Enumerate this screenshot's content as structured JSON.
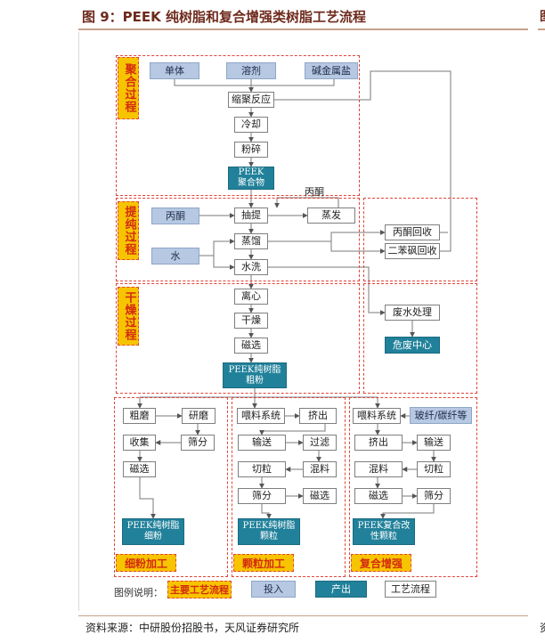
{
  "figure": {
    "title": "图 9：PEEK 纯树脂和复合增强类树脂工艺流程",
    "source": "资料来源：中研股份招股书，天风证券研究所",
    "right_fragment_top": "图",
    "right_fragment_bottom": "资"
  },
  "stages": {
    "polymerization": "聚合过程",
    "purification": "提纯过程",
    "drying": "干燥过程",
    "fine_powder": "细粉加工",
    "granule": "颗粒加工",
    "composite": "复合增强"
  },
  "polymerization": {
    "monomer": "单体",
    "solvent": "溶剂",
    "alkali_salt": "碱金属盐",
    "polycondensation": "缩聚反应",
    "cooling": "冷却",
    "crushing": "粉碎",
    "peek_polymer_line1": "PEEK",
    "peek_polymer_line2": "聚合物"
  },
  "purification": {
    "acetone_in": "丙酮",
    "water_in": "水",
    "extraction": "抽提",
    "evaporation": "蒸发",
    "acetone_label": "丙酮",
    "distillation": "蒸馏",
    "washing": "水洗",
    "acetone_recovery": "丙酮回收",
    "sulfone_recovery": "二苯砜回收"
  },
  "drying": {
    "centrifuge": "离心",
    "dry": "干燥",
    "magnetic_sep": "磁选",
    "crude_line1": "PEEK纯树脂",
    "crude_line2": "粗粉",
    "wastewater": "废水处理",
    "hazwaste": "危废中心"
  },
  "fine_powder": {
    "coarse_grind": "粗磨",
    "fine_grind": "研磨",
    "collect": "收集",
    "sieve": "筛分",
    "magnetic_sep": "磁选",
    "output_line1": "PEEK纯树脂",
    "output_line2": "细粉"
  },
  "granule": {
    "feeding": "喂料系统",
    "extrude": "挤出",
    "convey": "输送",
    "filter": "过滤",
    "pelletize": "切粒",
    "mix": "混料",
    "sieve": "筛分",
    "magnetic_sep": "磁选",
    "output_line1": "PEEK纯树脂",
    "output_line2": "颗粒"
  },
  "composite": {
    "feeding": "喂料系统",
    "fiber": "玻纤/碳纤等",
    "extrude": "挤出",
    "convey": "输送",
    "mix": "混料",
    "pelletize": "切粒",
    "magnetic_sep": "磁选",
    "sieve": "筛分",
    "output_line1": "PEEK复合改",
    "output_line2": "性颗粒"
  },
  "legend": {
    "label": "图例说明：",
    "main_process": "主要工艺流程",
    "input": "投入",
    "output": "产出",
    "process": "工艺流程"
  },
  "colors": {
    "input_fill": "#b6c8e2",
    "output_fill": "#21819a",
    "stage_fill": "#f7c400",
    "stage_text": "#d42a10",
    "dashed_border": "#e0453a",
    "title_color": "#6e2a1c"
  }
}
